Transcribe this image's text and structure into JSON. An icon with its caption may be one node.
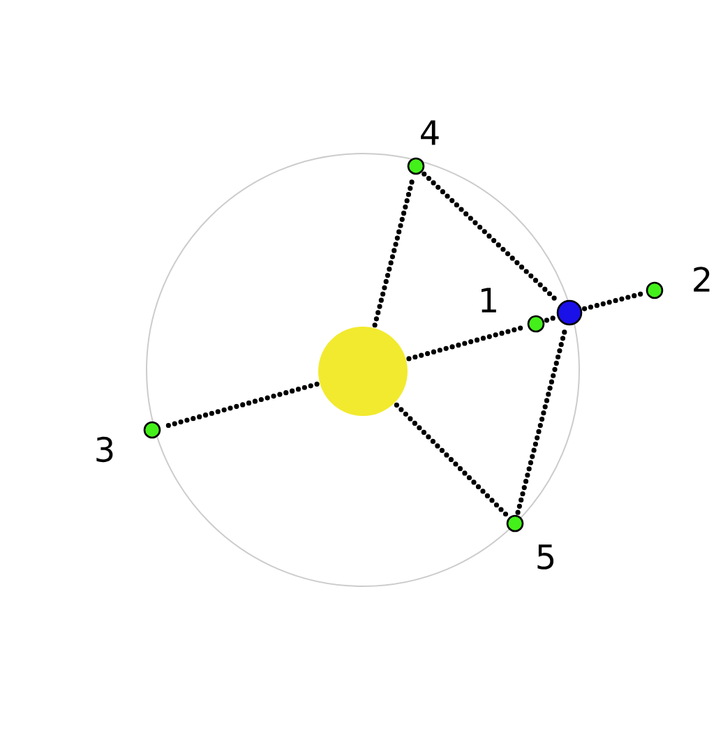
{
  "diagram": {
    "nodes": [
      {
        "text": [],
        "shape": "circle"
      },
      {
        "text": [],
        "shape": "circle"
      },
      {
        "text": [],
        "shape": "circle",
        "beside": [
          "1"
        ]
      },
      {
        "text": [],
        "shape": "circle",
        "beside": [
          "2"
        ]
      },
      {
        "text": [],
        "shape": "circle",
        "beside": [
          "3"
        ]
      },
      {
        "text": [],
        "shape": "circle",
        "beside": [
          "4"
        ]
      },
      {
        "text": [],
        "shape": "circle",
        "beside": [
          "5"
        ]
      }
    ],
    "edges": [
      {
        "from": 0,
        "to": 2,
        "arrow": "none"
      },
      {
        "from": 2,
        "to": 1,
        "arrow": "none"
      },
      {
        "from": 1,
        "to": 3,
        "arrow": "none"
      },
      {
        "from": 0,
        "to": 4,
        "arrow": "none"
      },
      {
        "from": 0,
        "to": 5,
        "arrow": "none"
      },
      {
        "from": 5,
        "to": 1,
        "arrow": "none"
      },
      {
        "from": 0,
        "to": 6,
        "arrow": "none"
      },
      {
        "from": 6,
        "to": 1,
        "arrow": "none"
      }
    ]
  }
}
